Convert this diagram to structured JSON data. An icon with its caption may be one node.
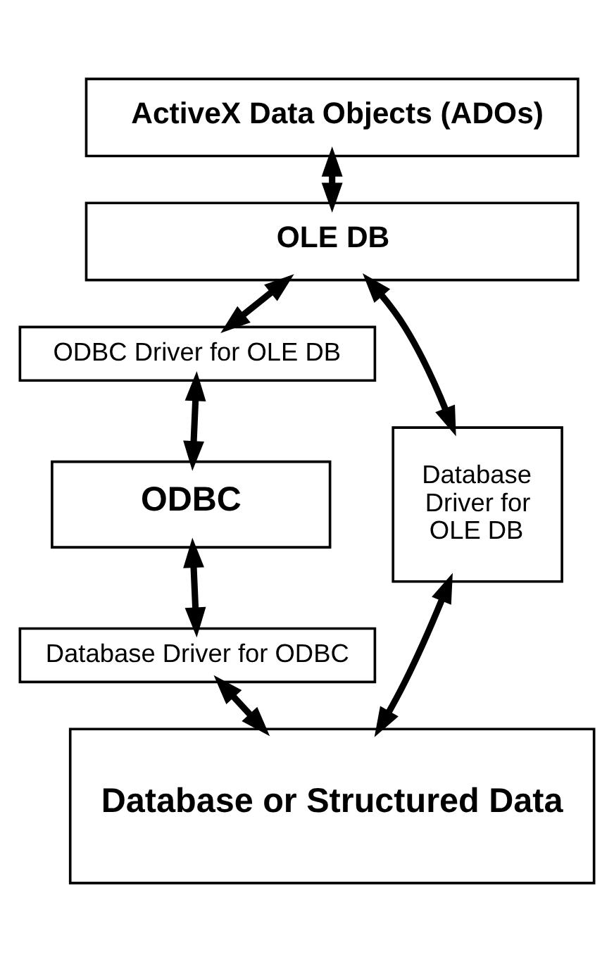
{
  "diagram": {
    "nodes": [
      {
        "text": [
          "ActiveX Data Objects (ADOs)"
        ]
      },
      {
        "text": [
          "OLE DB"
        ]
      },
      {
        "text": [
          "ODBC Driver for OLE DB"
        ]
      },
      {
        "text": [
          "ODBC"
        ]
      },
      {
        "text": [
          "Database Driver for ODBC"
        ]
      },
      {
        "text": [
          "Database Driver for OLE DB"
        ]
      },
      {
        "text": [
          "Database or Structured Data"
        ]
      }
    ],
    "edges": [
      {
        "from": 0,
        "to": 1,
        "arrow": "both"
      },
      {
        "from": 1,
        "to": 2,
        "arrow": "both"
      },
      {
        "from": 2,
        "to": 3,
        "arrow": "both"
      },
      {
        "from": 3,
        "to": 4,
        "arrow": "both"
      },
      {
        "from": 4,
        "to": 6,
        "arrow": "both"
      },
      {
        "from": 1,
        "to": 5,
        "arrow": "both"
      },
      {
        "from": 5,
        "to": 6,
        "arrow": "both"
      }
    ]
  }
}
